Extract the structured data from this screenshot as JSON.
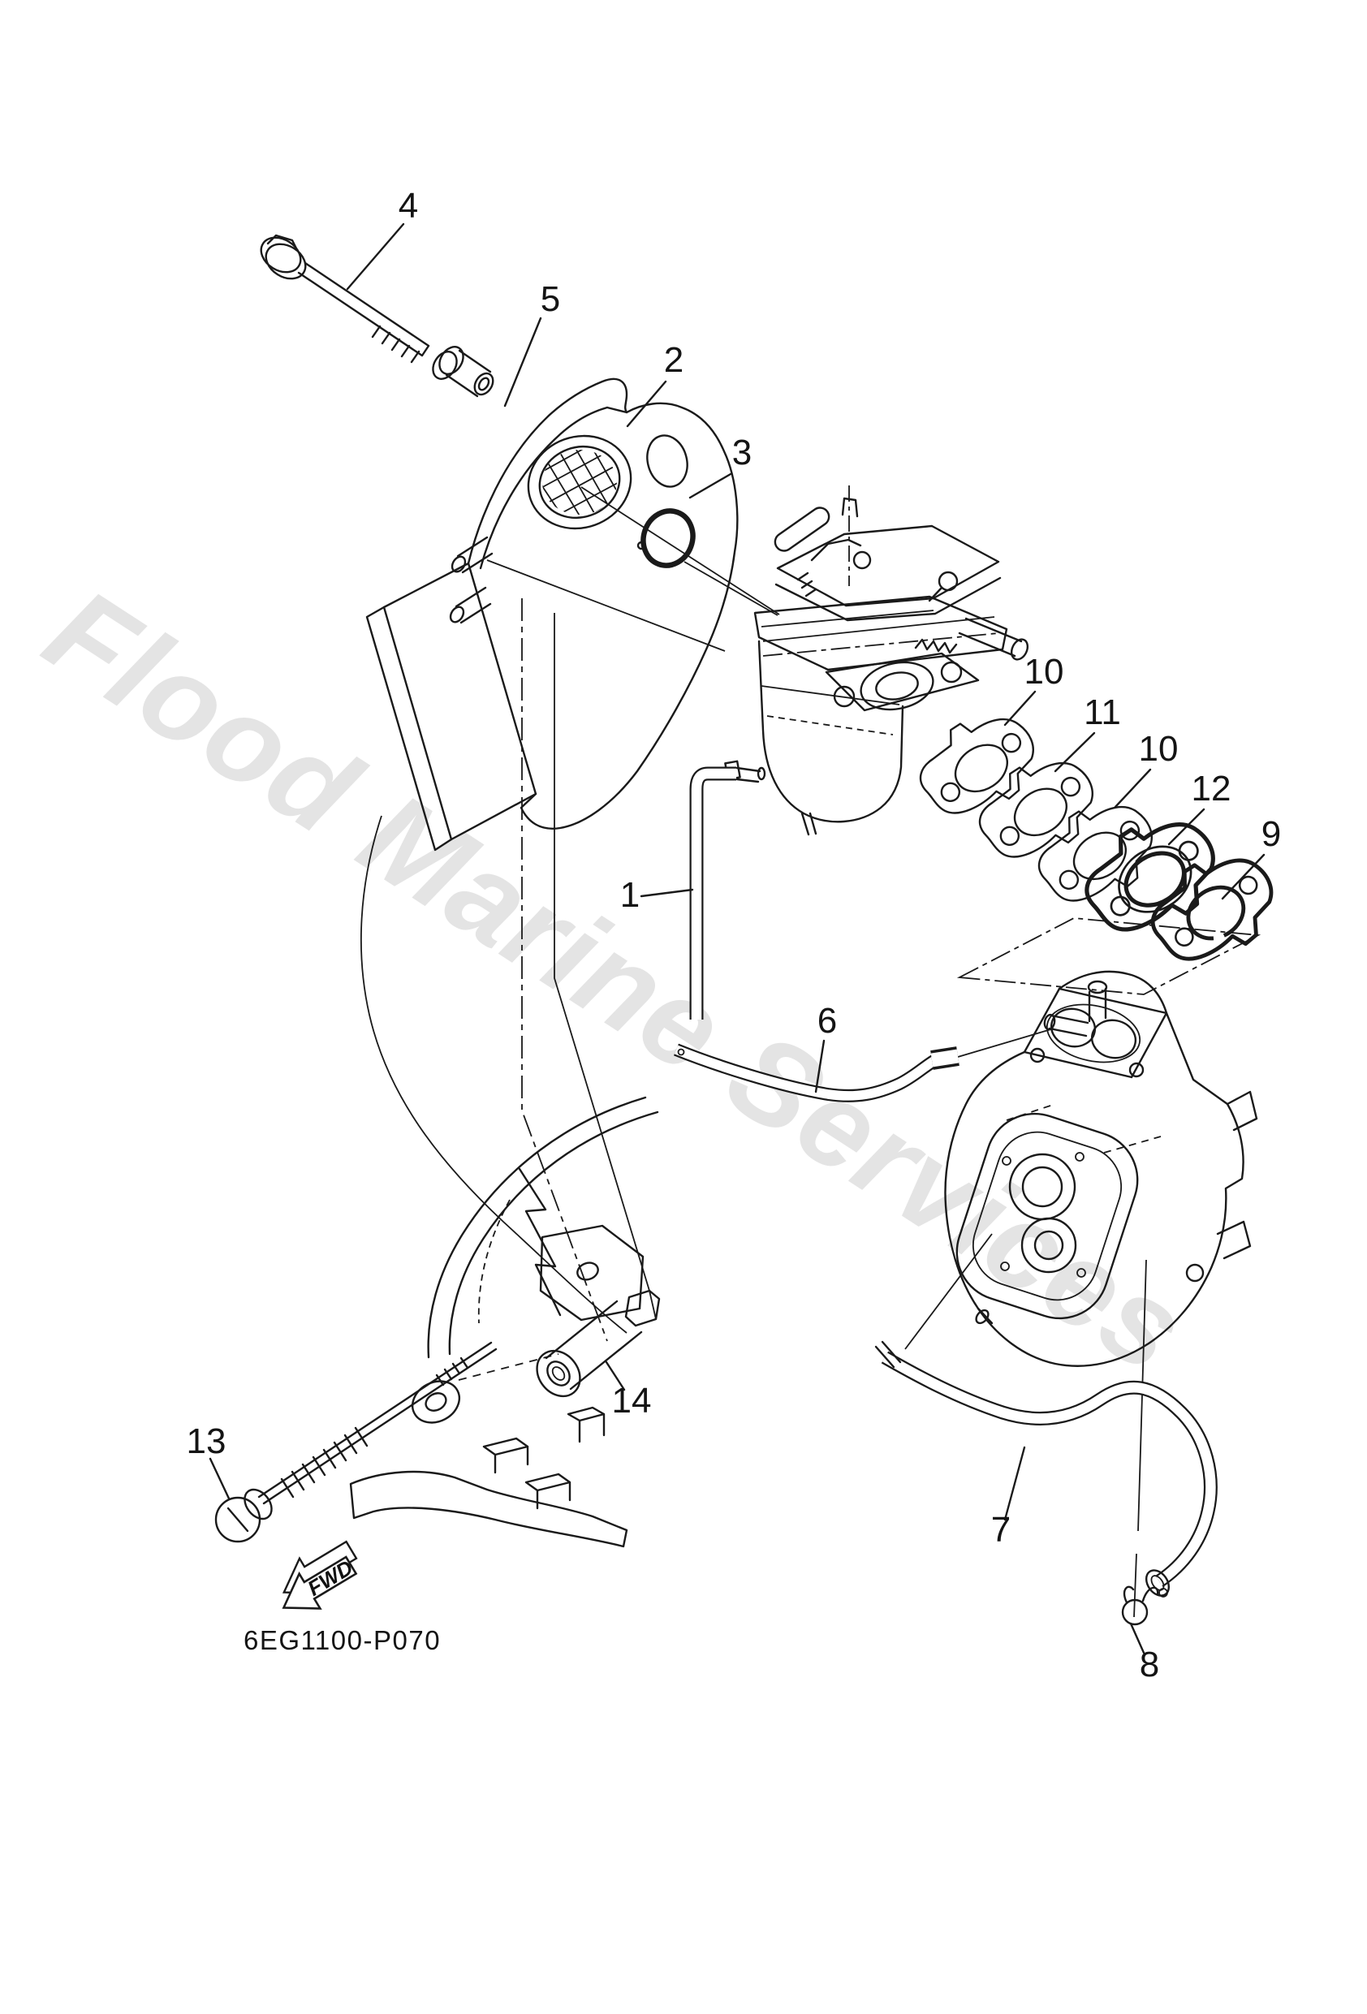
{
  "diagram": {
    "drawing_code": "6EG1100-P070",
    "direction_label": "FWD",
    "watermark_text": "Flood Marine Services",
    "line_color": "#1a1a1a",
    "watermark_color": "#e4e4e4",
    "background_color": "#ffffff",
    "callouts": [
      {
        "label": "4"
      },
      {
        "label": "5"
      },
      {
        "label": "2"
      },
      {
        "label": "3"
      },
      {
        "label": "1"
      },
      {
        "label": "6"
      },
      {
        "label": "10"
      },
      {
        "label": "11"
      },
      {
        "label": "10"
      },
      {
        "label": "12"
      },
      {
        "label": "9"
      },
      {
        "label": "7"
      },
      {
        "label": "8"
      },
      {
        "label": "13"
      },
      {
        "label": "14"
      }
    ]
  }
}
